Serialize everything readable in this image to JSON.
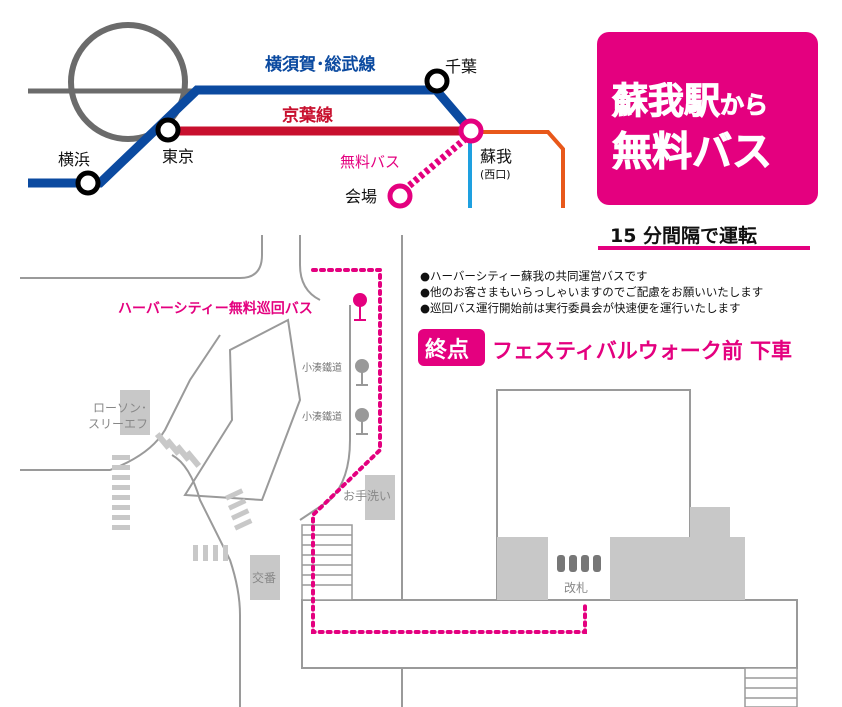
{
  "rail_map": {
    "lines": {
      "yokosuka_sobu": "横須賀･総武線",
      "keiyo": "京葉線"
    },
    "stations": {
      "yokohama": "横浜",
      "tokyo": "東京",
      "chiba": "千葉",
      "soga": "蘇我",
      "soga_exit": "(西口)",
      "venue": "会場"
    },
    "free_bus": "無料バス",
    "colors": {
      "blue": "#0b4aa0",
      "red": "#c8102e",
      "magenta": "#e4007f",
      "orange": "#e8581a",
      "lightblue": "#1ea0e0",
      "gray": "#6b6b6b"
    }
  },
  "banner": {
    "line1_main": "蘇我駅",
    "line1_small": "から",
    "line2": "無料バス",
    "interval": "15 分間隔で運転"
  },
  "notes": [
    "●ハーバーシティー蘇我の共同運営バスです",
    "●他のお客さまもいらっしゃいますのでご配慮をお願いいたします",
    "●巡回バス運行開始前は実行委員会が快速便を運行いたします"
  ],
  "terminal": {
    "badge": "終点",
    "text": "フェスティバルウォーク前 下車"
  },
  "local_map": {
    "bus_label": "ハーバーシティー無料巡回バス",
    "kominato_1": "小湊鐵道",
    "kominato_2": "小湊鐵道",
    "store": "ローソン･\nスリーエフ",
    "store_line1": "ローソン･",
    "store_line2": "スリーエフ",
    "toilet": "お手洗い",
    "police": "交番",
    "gate": "改札"
  }
}
